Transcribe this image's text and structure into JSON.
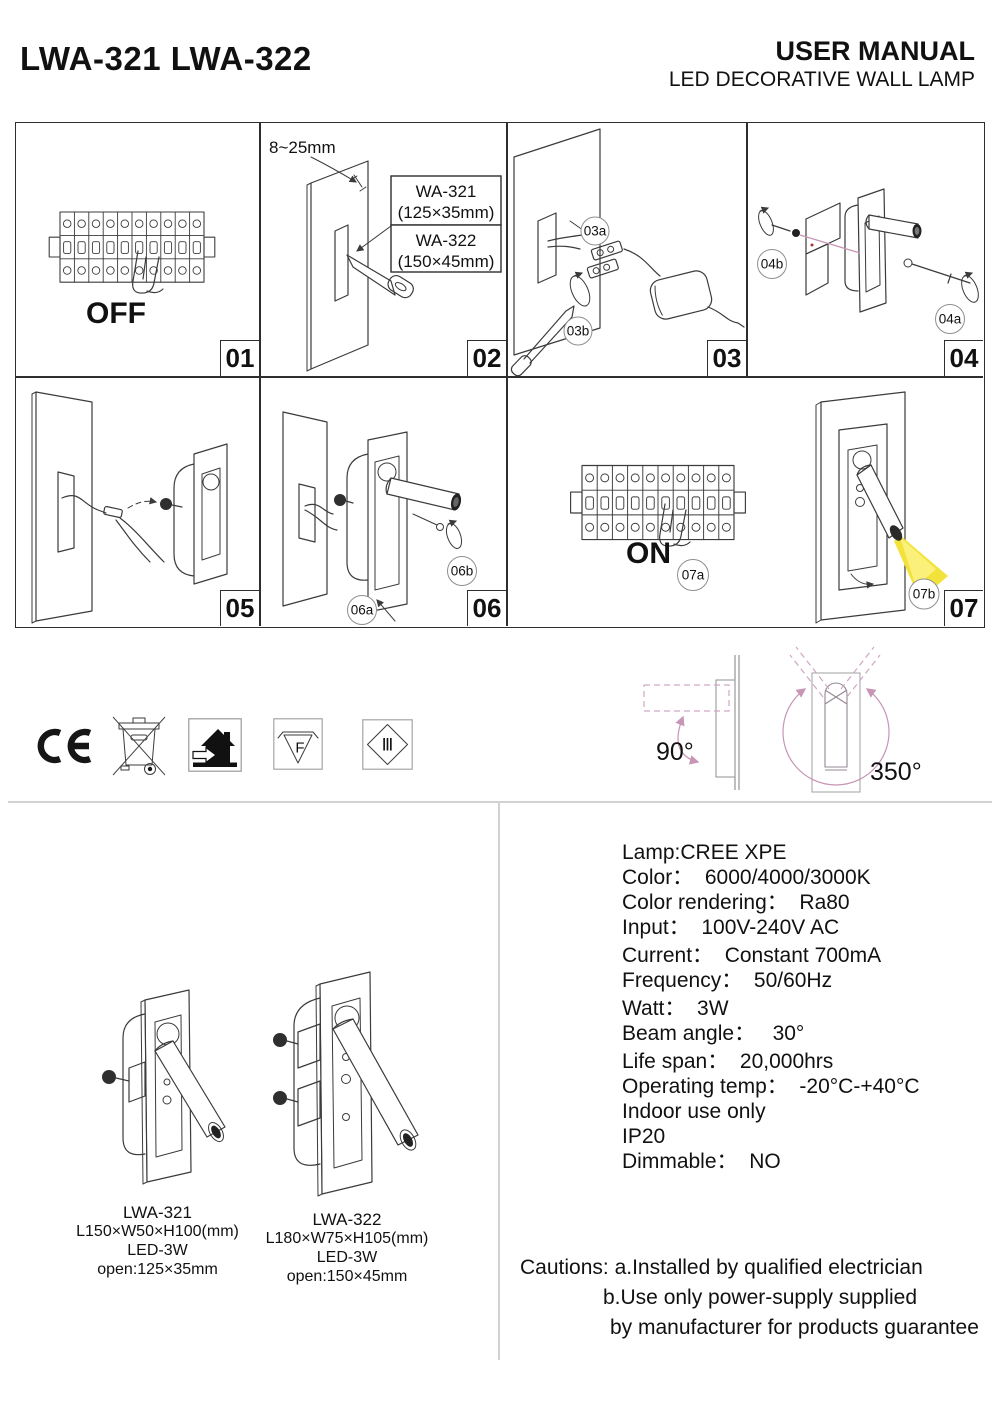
{
  "header": {
    "models": "LWA-321 LWA-322",
    "manual_title": "USER MANUAL",
    "manual_subtitle": "LED DECORATIVE WALL LAMP"
  },
  "steps": {
    "s01": {
      "num": "01",
      "power": "OFF"
    },
    "s02": {
      "num": "02",
      "depth": "8~25mm",
      "model_a": "WA-321",
      "size_a": "(125×35mm)",
      "model_b": "WA-322",
      "size_b": "(150×45mm)"
    },
    "s03": {
      "num": "03",
      "callout_a": "03a",
      "callout_b": "03b"
    },
    "s04": {
      "num": "04",
      "callout_a": "04a",
      "callout_b": "04b"
    },
    "s05": {
      "num": "05"
    },
    "s06": {
      "num": "06",
      "callout_a": "06a",
      "callout_b": "06b"
    },
    "s07": {
      "num": "07",
      "power": "ON",
      "callout_a": "07a",
      "callout_b": "07b"
    }
  },
  "certifications": {
    "icons": [
      "ce-mark-icon",
      "weee-bin-icon",
      "indoor-use-icon",
      "f-mark-icon",
      "class-iii-icon"
    ],
    "f_letter": "F",
    "class_numeral": "Ⅲ"
  },
  "rotation": {
    "tilt": "90°",
    "swivel": "350°"
  },
  "specs": {
    "lines": [
      "Lamp:CREE XPE",
      "Color：  6000/4000/3000K",
      "Color rendering：  Ra80",
      "Input：  100V-240V AC",
      "Current：  Constant 700mA",
      "Frequency：  50/60Hz",
      "Watt：  3W",
      "Beam angle：   30°",
      "Life span：  20,000hrs",
      "Operating temp：  -20°C-+40°C",
      "Indoor use only",
      "IP20",
      "Dimmable：  NO"
    ]
  },
  "products": [
    {
      "model": "LWA-321",
      "size": "L150×W50×H100(mm)",
      "power": "LED-3W",
      "open": "open:125×35mm"
    },
    {
      "model": "LWA-322",
      "size": "L180×W75×H105(mm)",
      "power": "LED-3W",
      "open": "open:150×45mm"
    }
  ],
  "cautions": {
    "title": "Cautions:",
    "a": "a.Installed by qualified electrician",
    "b": "b.Use only power-supply supplied",
    "c": "by manufacturer for products guarantee"
  },
  "colors": {
    "beam_yellow": "#f3e23c",
    "accent_pink": "#c795b5",
    "line": "#3b3b3b"
  }
}
